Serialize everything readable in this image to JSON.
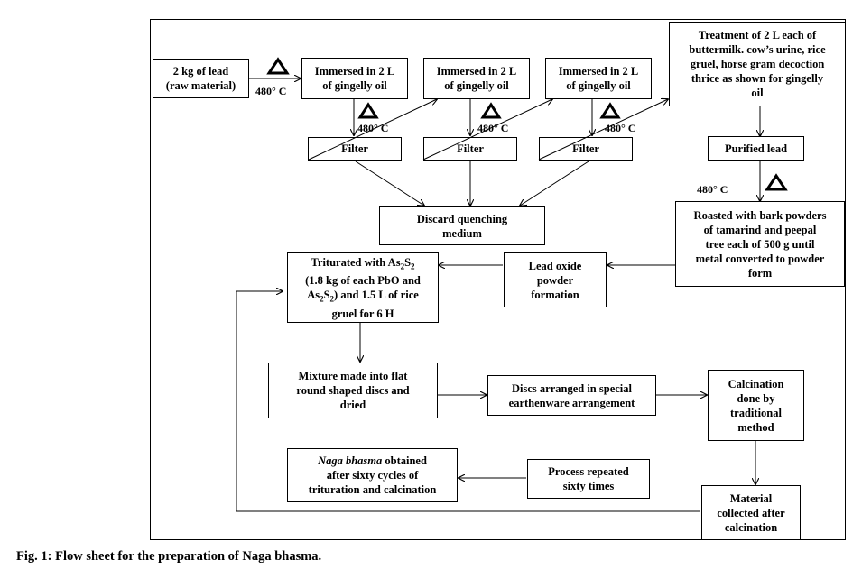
{
  "boxes": {
    "lead": [
      "2 kg of lead",
      "(raw material)"
    ],
    "immersed1": [
      "Immersed in 2 L",
      "of gingelly oil"
    ],
    "immersed2": [
      "Immersed in 2 L",
      "of gingelly oil"
    ],
    "immersed3": [
      "Immersed in 2 L",
      "of gingelly oil"
    ],
    "treatment": [
      "Treatment of 2 L each of",
      "buttermilk. cow’s urine, rice",
      "gruel, horse gram decoction",
      "thrice as shown for gingelly",
      "oil"
    ],
    "filter1": "Filter",
    "filter2": "Filter",
    "filter3": "Filter",
    "purified": "Purified lead",
    "discard": [
      "Discard quenching",
      "medium"
    ],
    "roasted": [
      "Roasted with bark powders",
      "of tamarind and peepal",
      "tree each of 500 g until",
      "metal converted to powder",
      "form"
    ],
    "lead_oxide": [
      "Lead oxide",
      "powder",
      "formation"
    ],
    "triturated": {
      "l1_pre": "Triturated with As",
      "l1_sub1": "2",
      "l1_mid": "S",
      "l1_sub2": "2",
      "l2": "(1.8 kg of each PbO and",
      "l3_pre": "As",
      "l3_sub1": "2",
      "l3_mid": "S",
      "l3_sub2": "2",
      "l3_post": ") and 1.5 L of rice",
      "l4": "gruel for 6 H"
    },
    "mixture": [
      "Mixture made into flat",
      "round shaped discs and",
      "dried"
    ],
    "discs": [
      "Discs arranged in special",
      "earthenware arrangement"
    ],
    "calcination": [
      "Calcination",
      "done by",
      "traditional",
      "method"
    ],
    "material": [
      "Material",
      "collected after",
      "calcination"
    ],
    "process": [
      "Process repeated",
      "sixty times"
    ],
    "naga": {
      "l1_italic": "Naga bhasma",
      "l1_rest": " obtained",
      "l2": "after sixty cycles of",
      "l3": "trituration and calcination"
    }
  },
  "temps": {
    "t1": "480° C",
    "t2": "480° C",
    "t3": "480° C",
    "t4": "480° C",
    "t5": "480° C"
  },
  "caption": "Fig. 1: Flow sheet for the preparation of Naga bhasma."
}
